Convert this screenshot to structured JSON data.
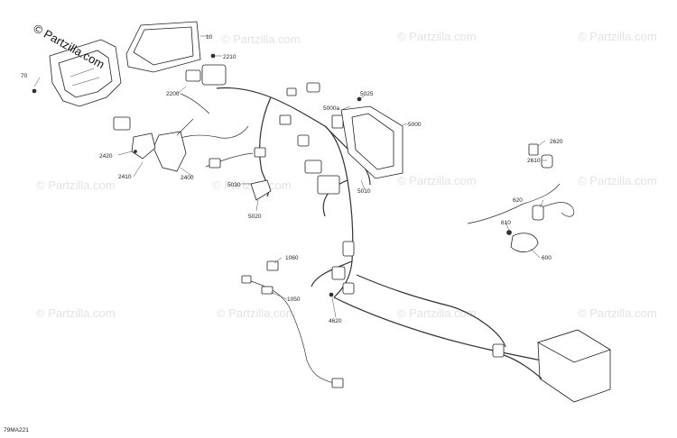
{
  "watermark": {
    "main": "© Partzilla.com",
    "faint": "© Partzilla.com"
  },
  "figure_code": "79MA221",
  "callouts": {
    "c10": "10",
    "c70": "70",
    "c2210": "2210",
    "c2200": "2200",
    "c5000a": "5000a",
    "c5025": "5025",
    "c5000": "5000",
    "c2420": "2420",
    "c2410": "2410",
    "c2400": "2400",
    "c5030": "5030",
    "c5020": "5020",
    "c5010": "5010",
    "c2620": "2620",
    "c2610": "2610",
    "c620": "620",
    "c610": "610",
    "c600": "600",
    "c1060": "1060",
    "c1050": "1050",
    "c4620": "4620"
  }
}
